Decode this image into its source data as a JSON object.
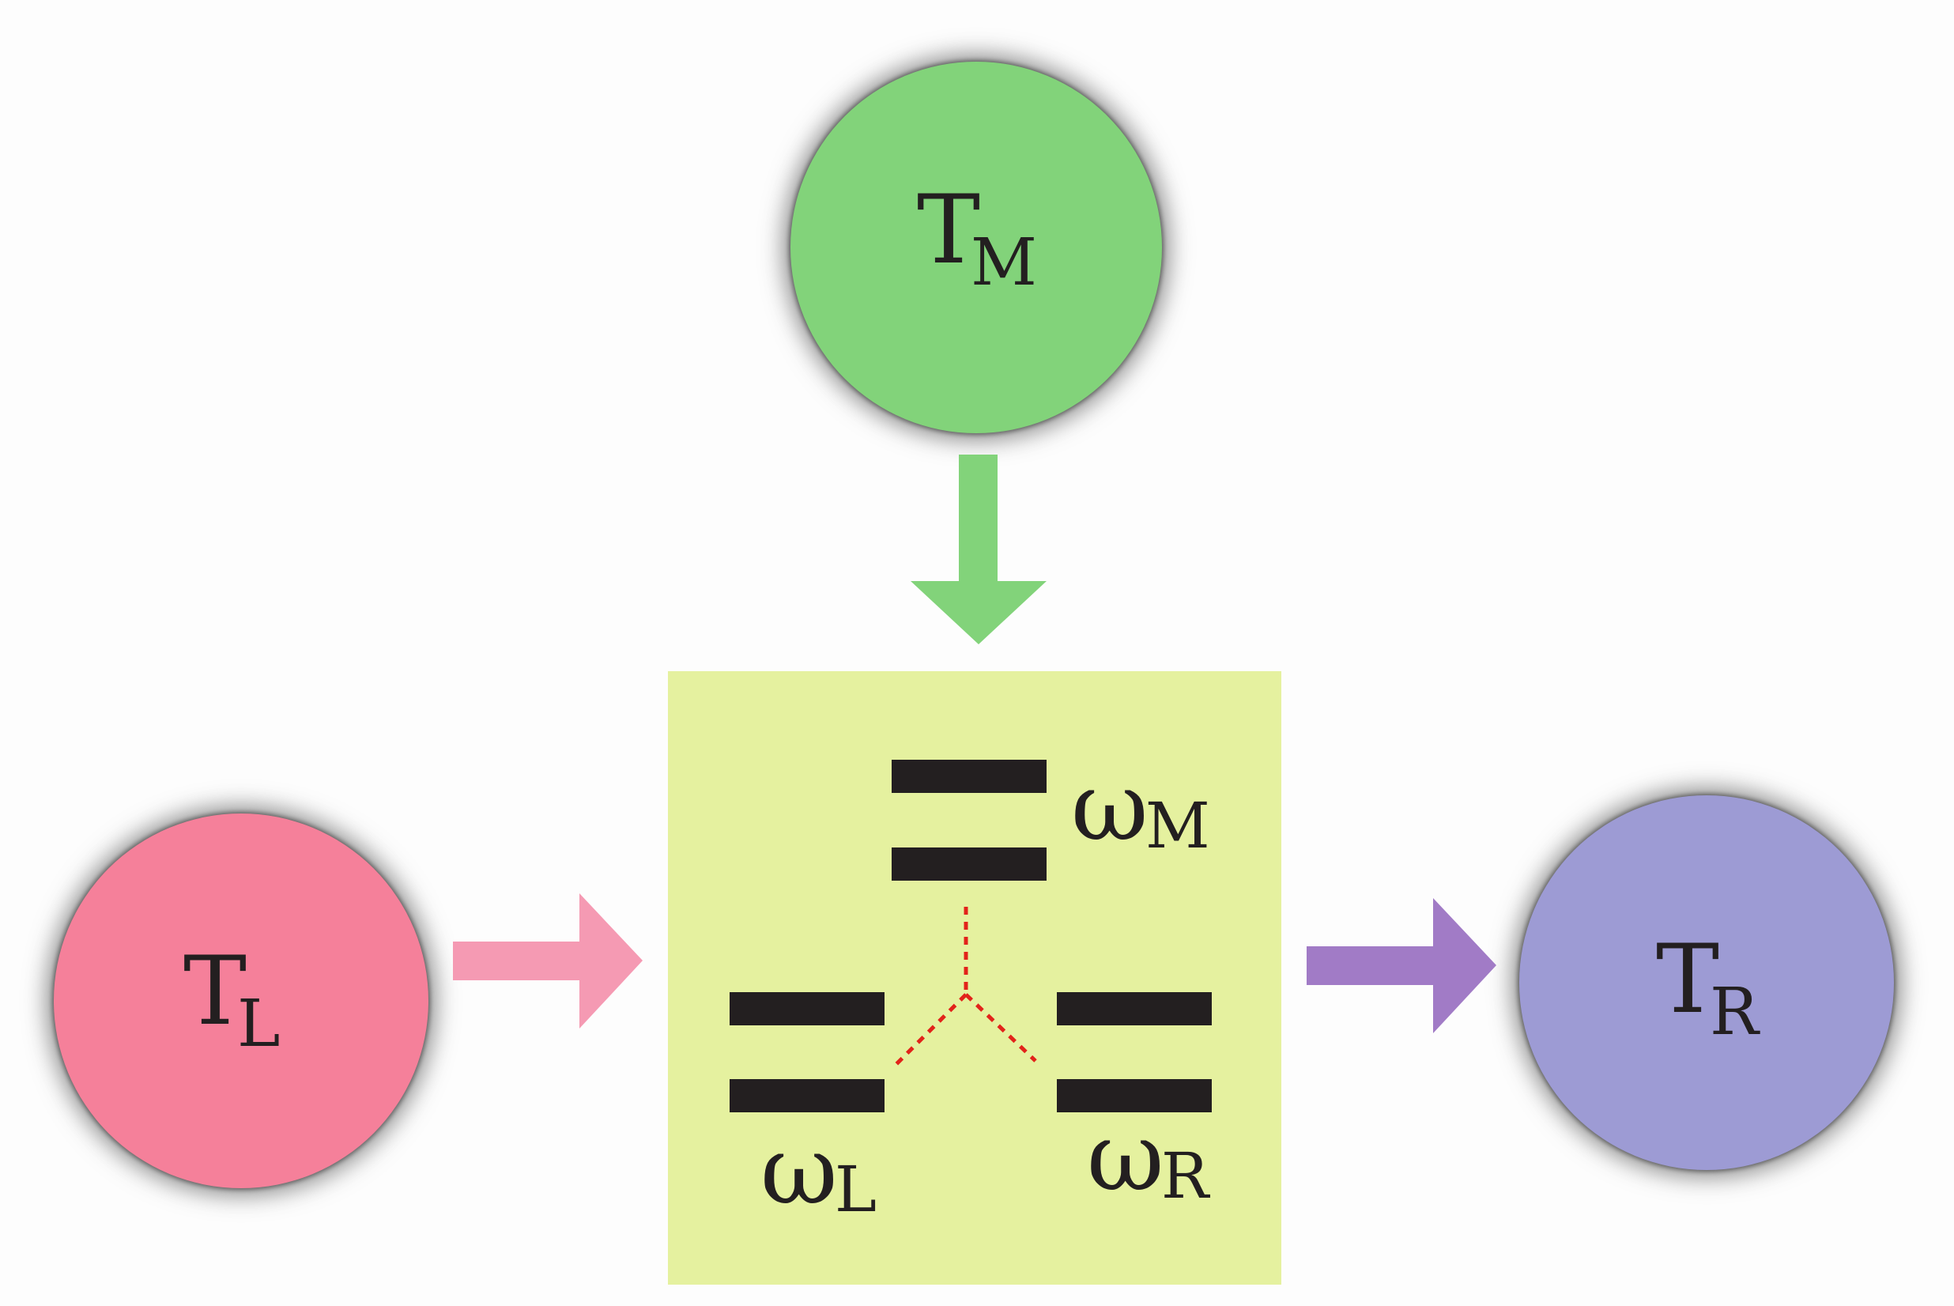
{
  "colors": {
    "bath_left": "#f5809a",
    "bath_middle": "#82d37a",
    "bath_right": "#9d9bd4",
    "arrow_left": "#f59ab3",
    "arrow_middle": "#82d37a",
    "arrow_right": "#a17bc6",
    "system_box": "#e5f19f",
    "energy_level": "#231f20",
    "coupling_line": "#e2231a"
  },
  "baths": {
    "middle": {
      "symbol": "T",
      "subscript": "M"
    },
    "left": {
      "symbol": "T",
      "subscript": "L"
    },
    "right": {
      "symbol": "T",
      "subscript": "R"
    }
  },
  "levels": {
    "middle": {
      "symbol": "ω",
      "subscript": "M"
    },
    "left": {
      "symbol": "ω",
      "subscript": "L"
    },
    "right": {
      "symbol": "ω",
      "subscript": "R"
    }
  },
  "icons": {
    "arrow_middle": "arrow-down-icon",
    "arrow_left": "arrow-right-icon",
    "arrow_right": "arrow-right-icon"
  }
}
